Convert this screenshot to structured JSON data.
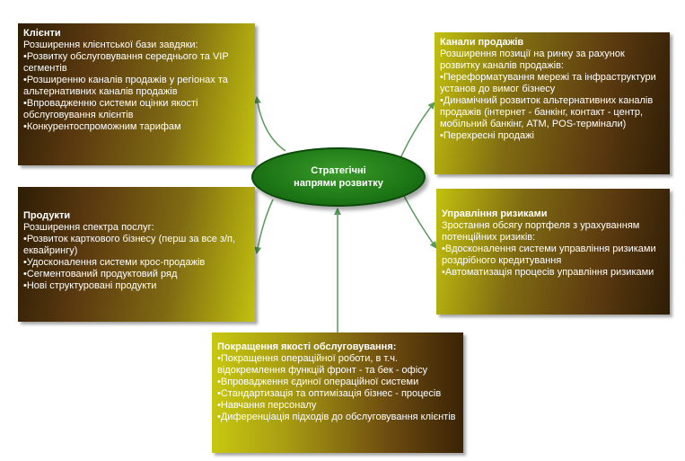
{
  "center": {
    "label": "Стратегічні напрями розвитку",
    "color": "#1f7a17"
  },
  "clients": {
    "title": "Клієнти",
    "subtitle": "Розширення клієнтської бази завдяки:",
    "items": [
      "•Розвитку обслуговування середнього та VIP сегментів",
      "•Розширенню каналів продажів у регіонах та альтернативних каналів продажів",
      "•Впровадженню системи оцінки якості обслуговування клієнтів",
      "•Конкурентоспроможним тарифам"
    ]
  },
  "channels": {
    "title": "Канали продажів",
    "subtitle": "Розширення позиції на ринку за рахунок розвитку каналів продажів:",
    "items": [
      "•Переформатування мережі та інфраструктури  установ до вимог бізнесу",
      "•Динамічний розвиток альтернативних каналів продажів (інтернет - банкінг, контакт - центр, мобільний  банкінг, АТМ, POS-термінали)",
      "•Перехресні продажі"
    ]
  },
  "products": {
    "title": "Продукти",
    "subtitle": "Розширення спектра послуг:",
    "items": [
      "•Розвиток карткового бізнесу (перш за все з/п, еквайрингу)",
      "•Удосконалення системи крос-продажів",
      "•Сегментований продуктовий ряд",
      "•Нові структуровані продукти"
    ]
  },
  "risks": {
    "title": "Управління ризиками",
    "subtitle": "Зростання обсягу  портфеля з урахуванням потенційних ризиків:",
    "items": [
      "•Вдосконалення системи управління ризиками роздрібного кредитування",
      "•Автоматизація процесів управління ризиками"
    ]
  },
  "quality": {
    "title": "Покращення якості обслуговування:",
    "items": [
      "•Покращення операційної роботи,  в т.ч. відокремлення функцій фронт - та бек - офісу",
      "•Впровадження єдиної операційної системи",
      "•Стандартизація та оптимізація бізнес - процесів",
      "•Навчання персоналу",
      "•Диференціація підходів до обслуговування клієнтів"
    ]
  },
  "colors": {
    "arrow": "#5a9a5a",
    "box_dark": "#3a2306",
    "box_light": "#c2c10f"
  }
}
